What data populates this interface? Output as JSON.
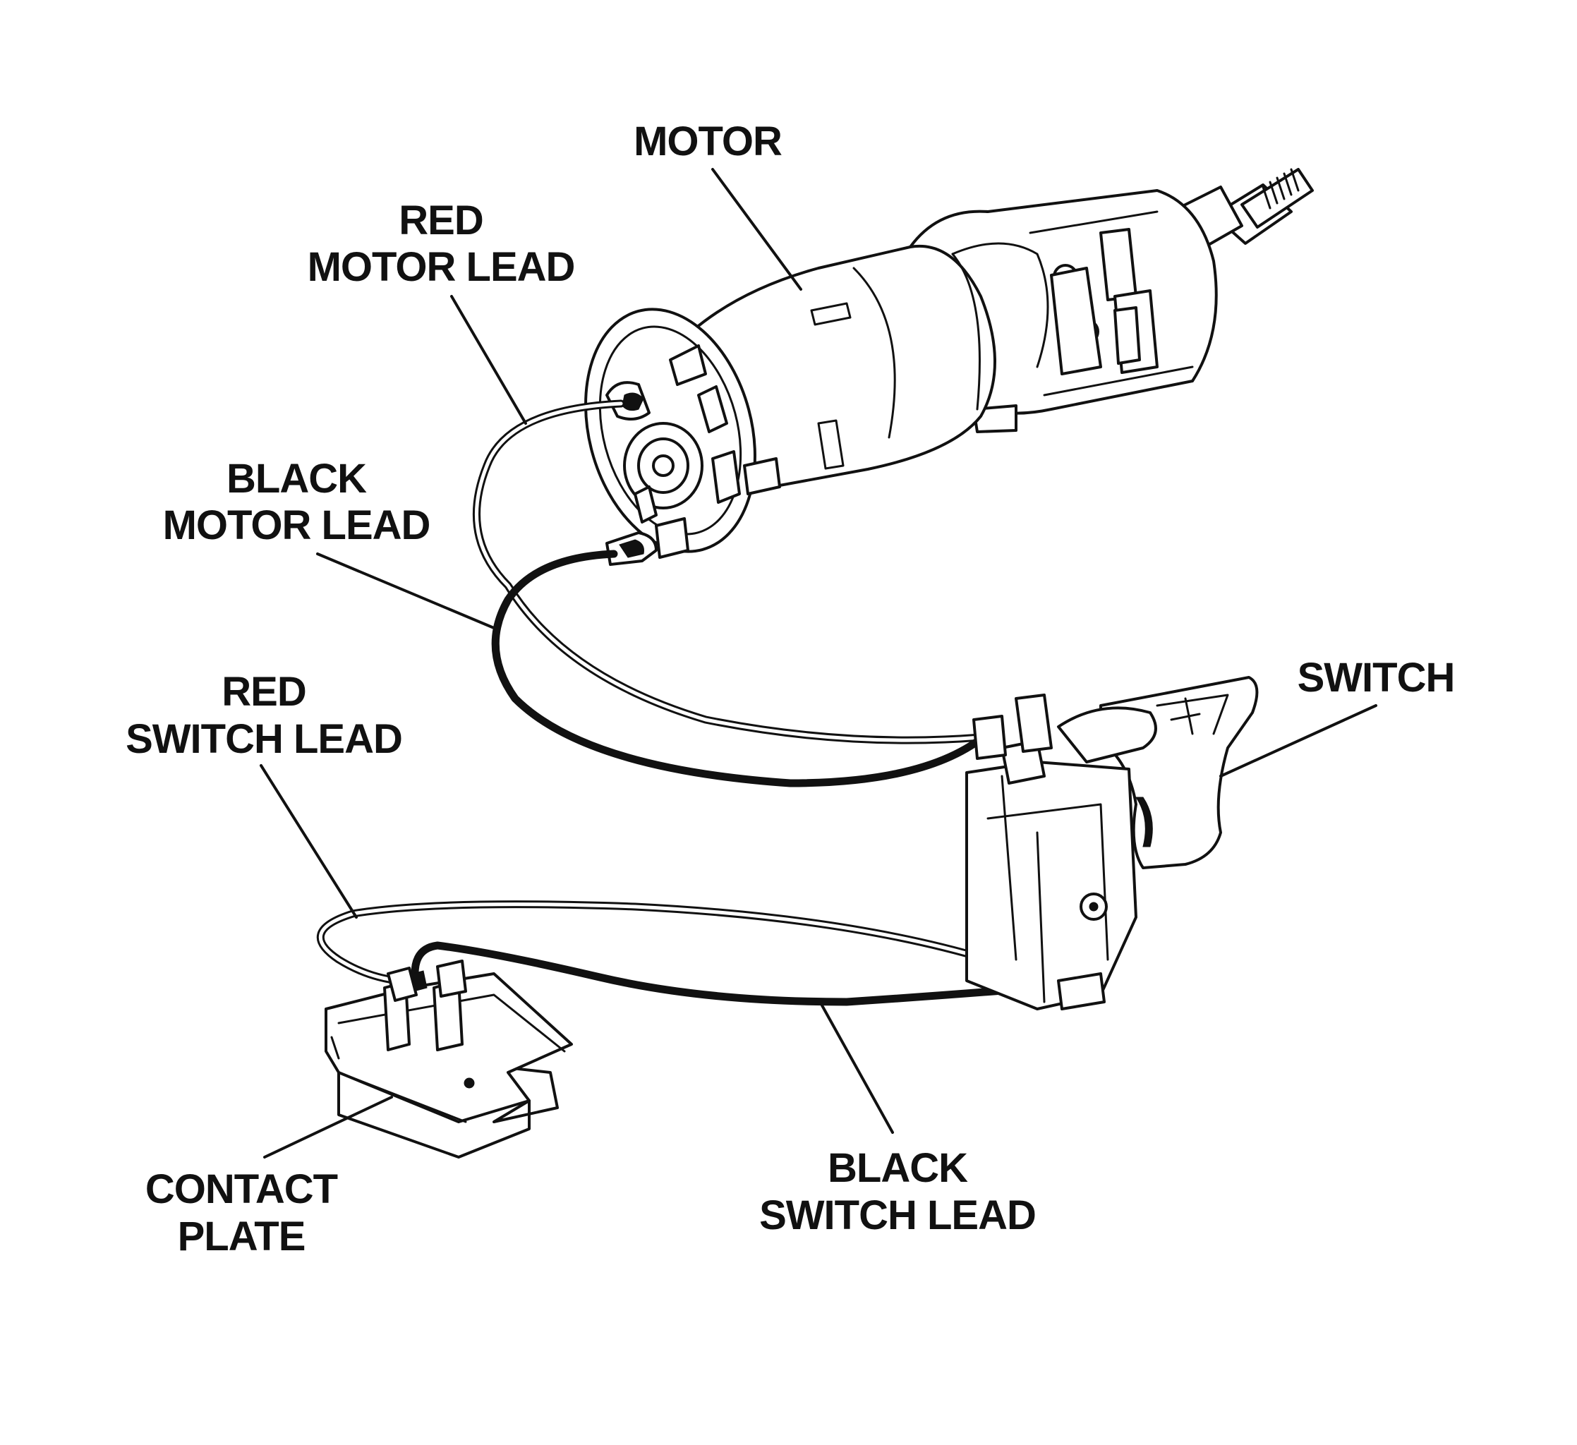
{
  "diagram": {
    "labels": {
      "motor": "MOTOR",
      "red_motor_lead": [
        "RED",
        "MOTOR LEAD"
      ],
      "black_motor_lead": [
        "BLACK",
        "MOTOR LEAD"
      ],
      "switch": "SWITCH",
      "red_switch_lead": [
        "RED",
        "SWITCH LEAD"
      ],
      "contact_plate": [
        "CONTACT",
        "PLATE"
      ],
      "black_switch_lead": [
        "BLACK",
        "SWITCH LEAD"
      ]
    }
  }
}
